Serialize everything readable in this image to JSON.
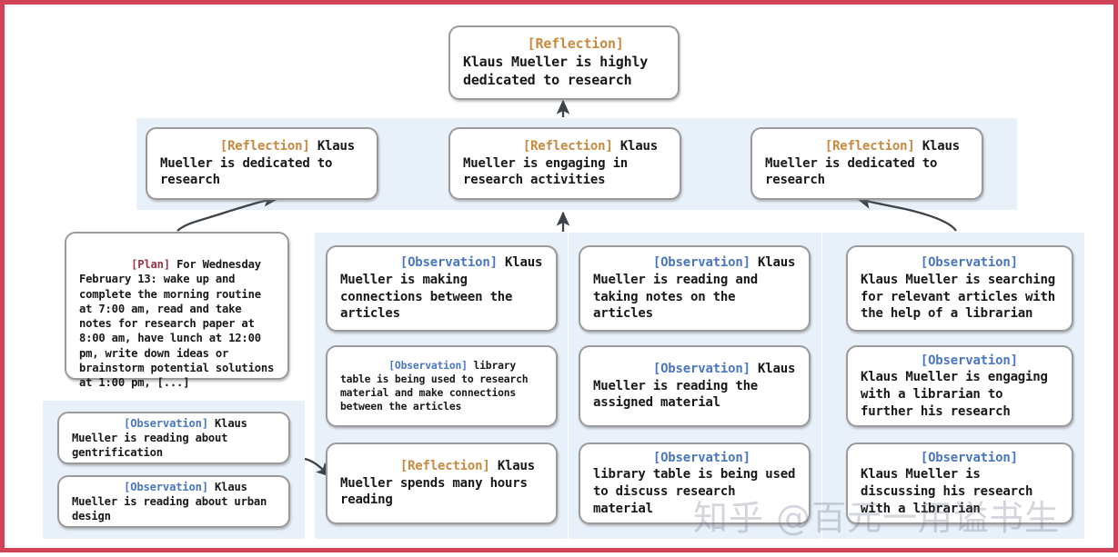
{
  "figure": {
    "border_color": "#cf4257",
    "panel_color": "#e8f0fa",
    "node_border_color": "#9a9a9a",
    "tag_colors": {
      "reflection": "#c98a3f",
      "observation": "#4a76c4",
      "plan": "#9d3442"
    },
    "watermark": "知乎 @百元一用谥书生"
  },
  "nodes": {
    "top_reflection": {
      "tag": "[Reflection]",
      "tag_type": "reflection",
      "text": " Klaus Mueller is highly dedicated to research"
    },
    "mid_reflection_left": {
      "tag": "[Reflection]",
      "tag_type": "reflection",
      "text": " Klaus Mueller is dedicated to research"
    },
    "mid_reflection_center": {
      "tag": "[Reflection]",
      "tag_type": "reflection",
      "text": " Klaus Mueller is engaging in research activities"
    },
    "mid_reflection_right": {
      "tag": "[Reflection]",
      "tag_type": "reflection",
      "text": " Klaus Mueller is dedicated to research"
    },
    "plan": {
      "tag": "[Plan]",
      "tag_type": "plan",
      "text": " For Wednesday February 13: wake up and complete the morning routine at 7:00 am, read and take notes for research paper at 8:00 am, have lunch at 12:00 pm, write down ideas or brainstorm potential solutions at 1:00 pm, [...]"
    },
    "obs_bl_1": {
      "tag": "[Observation]",
      "tag_type": "observation",
      "text": " Klaus Mueller is reading about gentrification"
    },
    "obs_bl_2": {
      "tag": "[Observation]",
      "tag_type": "observation",
      "text": " Klaus Mueller is reading about urban design"
    },
    "col1_1": {
      "tag": "[Observation]",
      "tag_type": "observation",
      "text": " Klaus Mueller is making connections between the articles"
    },
    "col1_2": {
      "tag": "[Observation]",
      "tag_type": "observation",
      "text": " library table is being used to research material and make connections between the articles"
    },
    "col1_3": {
      "tag": "[Reflection]",
      "tag_type": "reflection",
      "text": " Klaus Mueller spends many hours reading"
    },
    "col2_1": {
      "tag": "[Observation]",
      "tag_type": "observation",
      "text": " Klaus Mueller is reading and taking notes on the articles"
    },
    "col2_2": {
      "tag": "[Observation]",
      "tag_type": "observation",
      "text": " Klaus Mueller is reading the assigned material"
    },
    "col2_3": {
      "tag": "[Observation]",
      "tag_type": "observation",
      "text": " library table is being used to discuss research material"
    },
    "col3_1": {
      "tag": "[Observation]",
      "tag_type": "observation",
      "text": " Klaus Mueller is searching for relevant articles with the help of a librarian"
    },
    "col3_2": {
      "tag": "[Observation]",
      "tag_type": "observation",
      "text": " Klaus Mueller is engaging with a librarian to further his research"
    },
    "col3_3": {
      "tag": "[Observation]",
      "tag_type": "observation",
      "text": " Klaus Mueller is discussing his research with a librarian"
    }
  }
}
